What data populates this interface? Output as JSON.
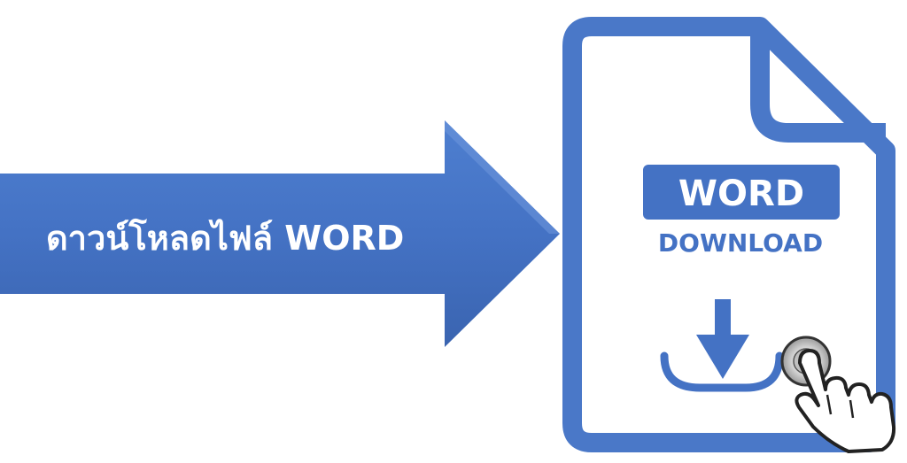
{
  "banner": {
    "text": "ดาวน์โหลดไฟล์ WORD"
  },
  "file_card": {
    "badge_label": "WORD",
    "subtitle": "DOWNLOAD"
  },
  "icons": {
    "file": "file-icon",
    "download": "download-icon",
    "pointer": "hand-pointer-icon"
  },
  "colors": {
    "arrow": "#4472c4",
    "outline": "#4a78c8",
    "badge": "#4472c4",
    "subtitle": "#4472c4",
    "hand_fill": "#ffffff",
    "hand_stroke": "#222222"
  }
}
